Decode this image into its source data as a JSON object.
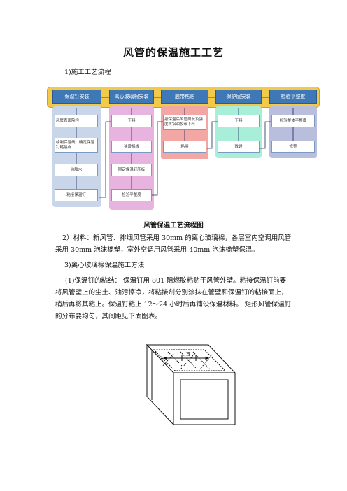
{
  "title": "风管的保温施工工艺",
  "section1": "1)施工工艺流程",
  "flow": {
    "headers": [
      "保温钉安装",
      "离心玻璃棉安装",
      "胶带粘贴",
      "保护层安装",
      "检验平整度"
    ],
    "col1": [
      "风管表面除污",
      "绘制保温线，确定保温钉粘接点",
      "涂胶水",
      "粘接保温钉"
    ],
    "col2": [
      "下料",
      "铺设棉板",
      "固定保温钉压板",
      "检验平整度"
    ],
    "col3": [
      "按保温后风管周长及强度将铝泊胶带下料",
      "粘接"
    ],
    "col4": [
      "下料",
      "敷设"
    ],
    "col5": [
      "检验整体平整度",
      "修整"
    ],
    "colors": {
      "col1": "#c9d6ea",
      "col2": "#e7b3df",
      "col3": "#f2a7a4",
      "col4": "#a9eed8",
      "col5": "#b8bedc",
      "band": "#f2c948",
      "header": "#3f78b6"
    }
  },
  "figure_caption": "风管保温工艺流程图",
  "paragraphs": {
    "p2_l1": "2）材料：新风管、排烟风管采用 30mm 的离心玻璃棉，各层室内空调用风管",
    "p2_l2": "采用 30mm 泡沫橡塑，室外空调用风管采用 40mm 泡沫橡塑保温。",
    "p3": "3)离心玻璃棉保温施工方法",
    "p4_l1": "(1)保温钉的粘结：  保温钉用 801 阻燃胶粘贴于风管外壁。粘接保温钉前要",
    "p4_l2": "将风管壁上的尘土、油污擦净，将粘接剂分别涂抹在管壁和保温钉的粘接面上，",
    "p4_l3": "稍后再将其粘上。保温钉粘上 12～24 小时后再铺设保温材料。 矩形风管保温钉",
    "p4_l4": "的分布要均匀，其间距见下面图表。"
  },
  "duct_label": "B"
}
